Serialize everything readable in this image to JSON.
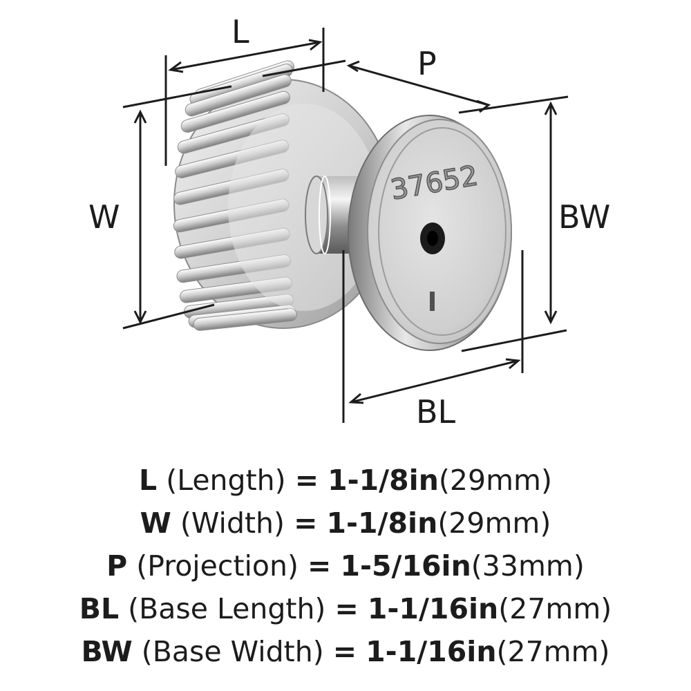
{
  "diagram": {
    "part_number": "37652",
    "dimension_labels": {
      "L": "L",
      "P": "P",
      "W": "W",
      "BW": "BW",
      "BL": "BL"
    }
  },
  "specs": [
    {
      "abbr": "L",
      "name": "(Length)",
      "eq": "=",
      "imperial": "1-1/8in",
      "metric": "(29mm)"
    },
    {
      "abbr": "W",
      "name": "(Width)",
      "eq": "=",
      "imperial": "1-1/8in",
      "metric": "(29mm)"
    },
    {
      "abbr": "P",
      "name": "(Projection)",
      "eq": "=",
      "imperial": "1-5/16in",
      "metric": "(33mm)"
    },
    {
      "abbr": "BL",
      "name": "(Base Length)",
      "eq": "=",
      "imperial": "1-1/16in",
      "metric": "(27mm)"
    },
    {
      "abbr": "BW",
      "name": "(Base Width)",
      "eq": "=",
      "imperial": "1-1/16in",
      "metric": "(27mm)"
    }
  ]
}
